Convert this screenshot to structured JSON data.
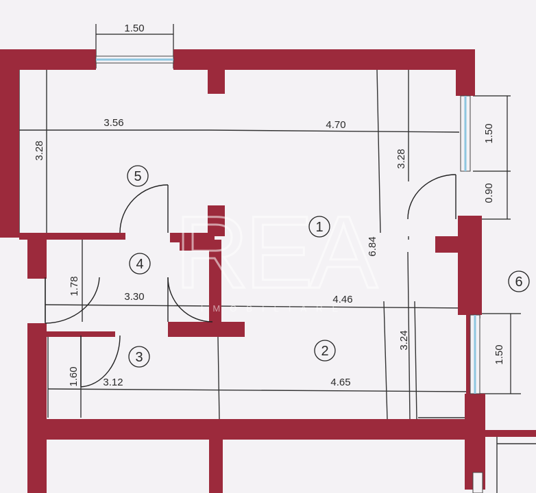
{
  "colors": {
    "wall": "#9c2a3c",
    "line": "#333333",
    "paper": "#f4f2f5",
    "window": "#8ec6e0"
  },
  "dimensions": {
    "top_window": "1.50",
    "room5_width": "3.56",
    "room5_height": "3.28",
    "room1_width": "4.70",
    "room1_height": "3.28",
    "right_window_upper": "1.50",
    "right_door": "0.90",
    "total_height": "6.84",
    "hall_height": "1.78",
    "hall_width": "3.30",
    "room2_width_upper": "4.46",
    "room2_height": "3.24",
    "right_window_lower": "1.50",
    "bath_height": "1.60",
    "bath_width": "3.12",
    "room2_width_lower": "4.65"
  },
  "rooms": [
    "1",
    "2",
    "3",
    "4",
    "5",
    "6"
  ],
  "watermark": {
    "logo": "REA",
    "sub": "IMOBILIARE"
  }
}
